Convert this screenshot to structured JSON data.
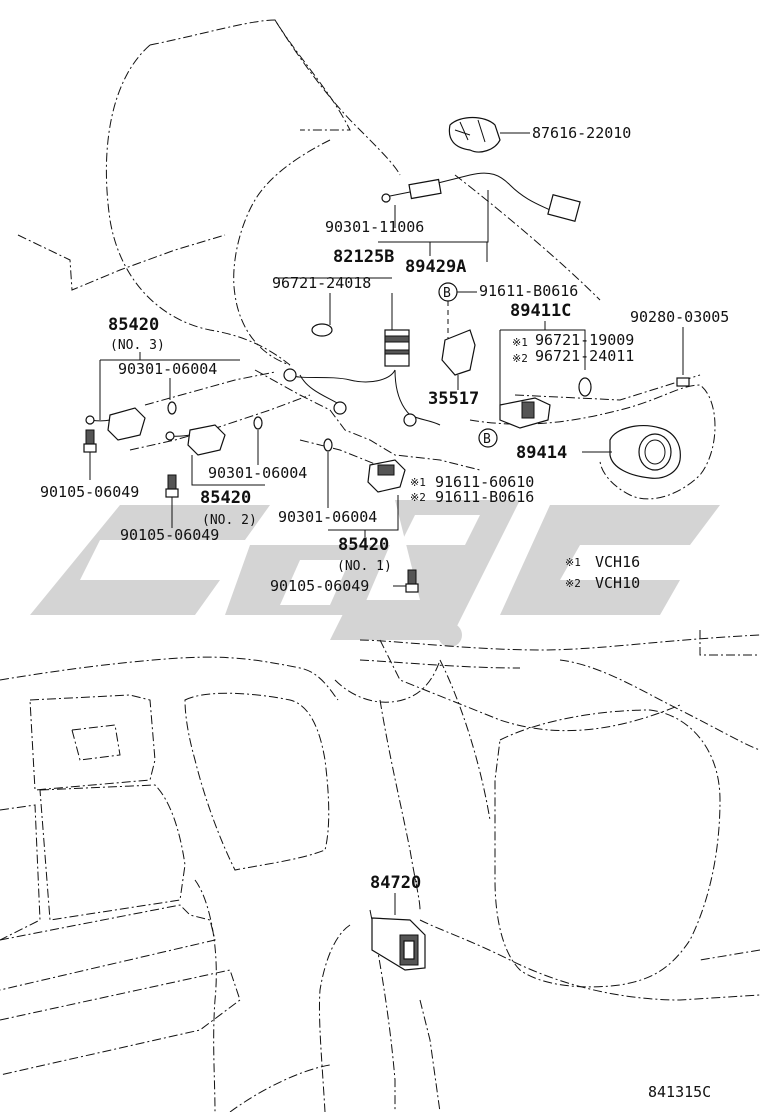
{
  "labels": {
    "p87616": "87616-22010",
    "p90301a": "90301-11006",
    "p82125b": "82125B",
    "p89429a": "89429A",
    "p96721a": "96721-24018",
    "p91611a": "91611-B0616",
    "p89411c": "89411C",
    "p90280": "90280-03005",
    "p96721b": "96721-19009",
    "p96721c": "96721-24011",
    "p85420a": "85420",
    "no3": "(NO. 3)",
    "p90301b": "90301-06004",
    "p35517": "35517",
    "p89414": "89414",
    "p90105a": "90105-06049",
    "p90301c": "90301-06004",
    "p85420b": "85420",
    "no2": "(NO. 2)",
    "p91611b": "91611-60610",
    "p91611c": "91611-B0616",
    "p90105b": "90105-06049",
    "p90301d": "90301-06004",
    "p85420c": "85420",
    "no1": "(NO. 1)",
    "p90105c": "90105-06049",
    "vch16": "VCH16",
    "vch10": "VCH10",
    "p84720": "84720",
    "figcode": "841315C",
    "mark1": "※1",
    "mark2": "※2",
    "circle_b": "B"
  },
  "watermark": {
    "color": "#d4d4d4"
  }
}
